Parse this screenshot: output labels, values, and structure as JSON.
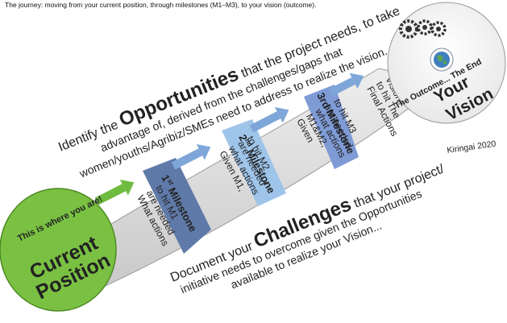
{
  "caption": "The journey: moving from your current position, through milestones (M1–M3), to your vision (outcome).",
  "current_position": {
    "tagline": "This is where you are!",
    "title_line1": "Current",
    "title_line2": "Position"
  },
  "vision": {
    "tagline": "The Outcome... The End",
    "title_line1": "Your",
    "title_line2": "Vision",
    "credit": "Kiringai 2020"
  },
  "opportunities": {
    "line1_prefix": "Identify the ",
    "line1_keyword": "Opportunities",
    "line1_suffix": " that the project needs, to take",
    "line2": "advantage of, derived from the challenges/gaps that",
    "line3": "women/youths/Agribiz/SMEs need to address to realize the vision..."
  },
  "challenges": {
    "line1_prefix": "Document your ",
    "line1_keyword": "Challenges",
    "line1_suffix": " that your project/",
    "line2": "initiative needs to overcome given the Opportunities",
    "line3": "available to realize your Vision..."
  },
  "steps": {
    "a1": "What actions",
    "a2": "are needed",
    "a3": "to hit M1",
    "m1_num": "1",
    "m1_sup": "st",
    "m1_word": " Milestone",
    "b1": "Given M1,",
    "b2": "what actions",
    "b3": "are needed",
    "b4": "to hit M2",
    "m2_num": "2",
    "m2_sup": "nd",
    "m2_word": " Milestone",
    "c1": "Given",
    "c2": "M1&M2,",
    "c3": "what actions",
    "c4": "are needed",
    "c5": "to hit M3",
    "m3_label": "3rd Milestone",
    "d1": "Final Actions",
    "d2": "to hit The",
    "d3": "Vision?"
  },
  "colors": {
    "current_fill": "#7ac143",
    "milestone1": "#5f7aa8",
    "milestone2": "#9fc4ea",
    "milestone3": "#7f9bd6",
    "band": "#d8d8d8",
    "arrow": "#7fa6d9"
  },
  "icons": [
    "gears-icon",
    "globe-logo-icon"
  ]
}
